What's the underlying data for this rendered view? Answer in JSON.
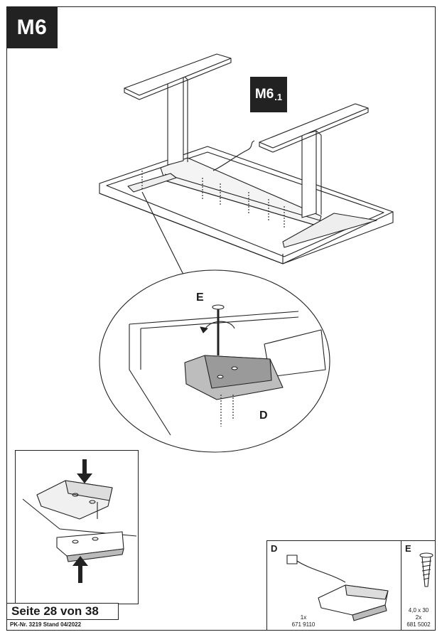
{
  "step": {
    "label": "M6",
    "sub_label_main": "M6",
    "sub_label_sub": ".1"
  },
  "callouts": {
    "screw": "E",
    "clip": "D"
  },
  "footer": {
    "page": "Seite 28 von 38",
    "meta": "PK-Nr. 3219   Stand 04/2022"
  },
  "parts": [
    {
      "id": "D",
      "qty": "1x",
      "art": "671 9110"
    },
    {
      "id": "E",
      "size": "4,0 x 30",
      "qty": "2x",
      "art": "681 5002"
    }
  ]
}
